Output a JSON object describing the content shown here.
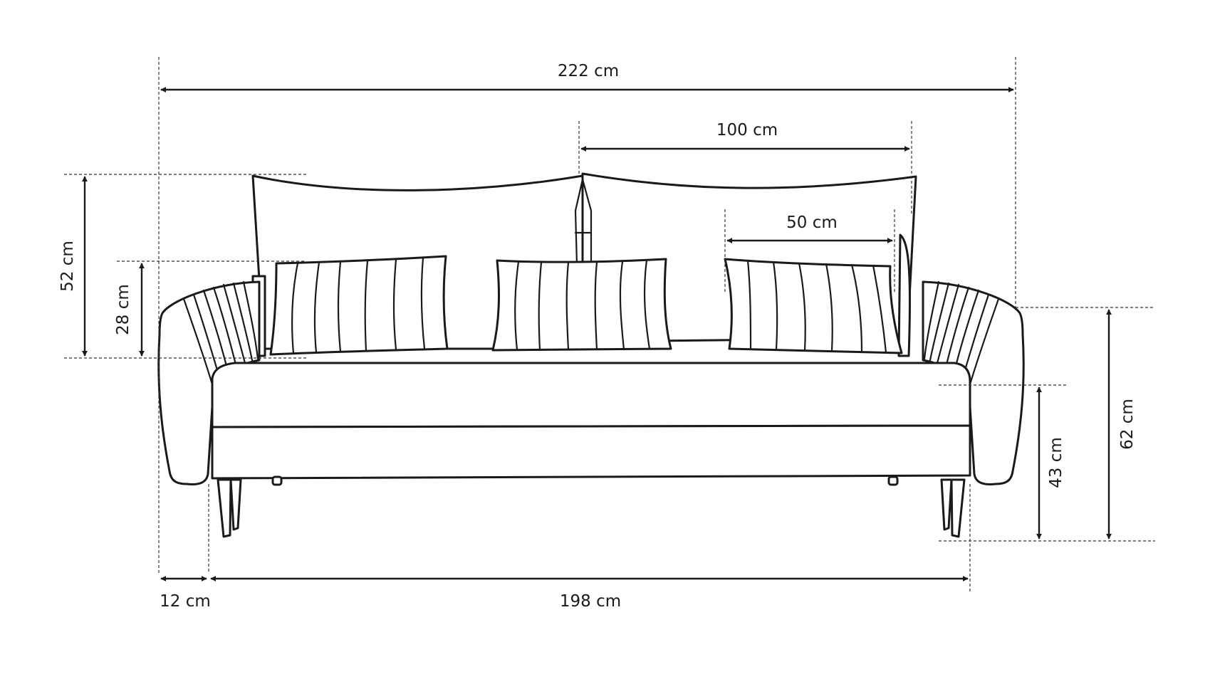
{
  "diagram": {
    "subject": "three-seat sofa",
    "stroke_color": "#1a1a1a",
    "background": "#ffffff",
    "dimensions": {
      "total_width": "222 cm",
      "back_cushion_width": "100 cm",
      "pillow_width": "50 cm",
      "back_cushion_height": "52 cm",
      "pillow_height": "28 cm",
      "total_height": "62 cm",
      "seat_height": "43 cm",
      "armrest_width": "12 cm",
      "seat_width": "198 cm"
    }
  }
}
